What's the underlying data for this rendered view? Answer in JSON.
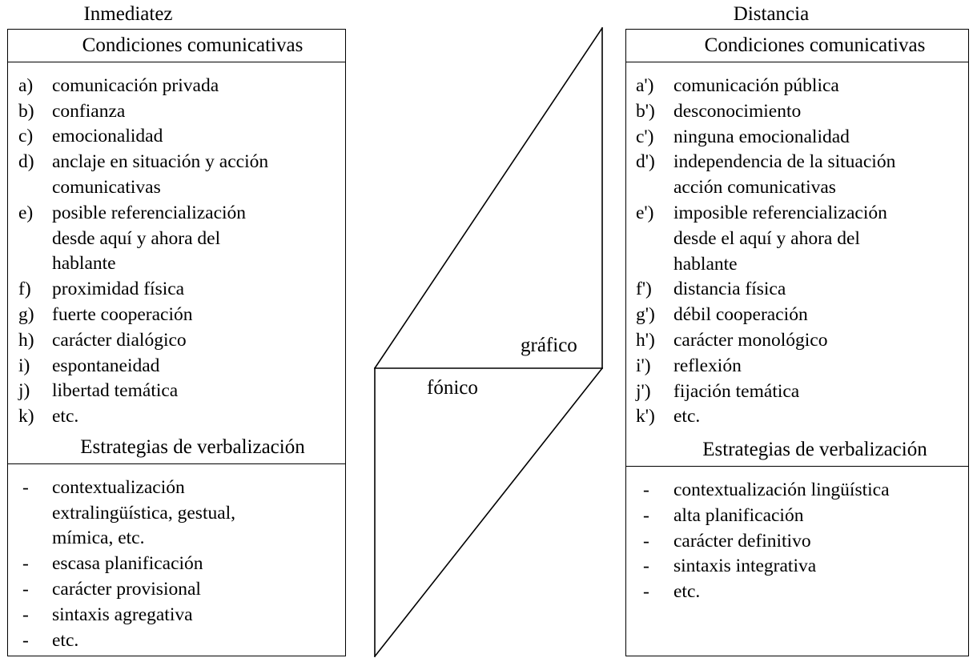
{
  "diagram": {
    "poles": {
      "immediacy": "Inmediatez",
      "distance": "Distancia"
    },
    "medium_labels": {
      "graphic": "gráfico",
      "phonic": "fónico"
    },
    "shape": {
      "name": "continuum-parallelogram",
      "stroke_color": "#000000"
    },
    "columns": {
      "left": {
        "sections": [
          {
            "header": "Condiciones comunicativas",
            "items": [
              {
                "marker": "a)",
                "text": "comunicación privada"
              },
              {
                "marker": "b)",
                "text": "confianza"
              },
              {
                "marker": "c)",
                "text": "emocionalidad"
              },
              {
                "marker": "d)",
                "text": "anclaje en situación y acción\ncomunicativas"
              },
              {
                "marker": "e)",
                "text": "posible referencialización\ndesde aquí y ahora del\nhablante"
              },
              {
                "marker": "f)",
                "text": "proximidad física"
              },
              {
                "marker": "g)",
                "text": "fuerte cooperación"
              },
              {
                "marker": "h)",
                "text": "carácter dialógico"
              },
              {
                "marker": "i)",
                "text": "espontaneidad"
              },
              {
                "marker": "j)",
                "text": "libertad temática"
              },
              {
                "marker": "k)",
                "text": "etc."
              }
            ]
          },
          {
            "header": "Estrategias de verbalización",
            "items": [
              {
                "marker": "-",
                "text": "contextualización\nextralingüística, gestual,\nmímica, etc."
              },
              {
                "marker": "-",
                "text": "escasa planificación"
              },
              {
                "marker": "-",
                "text": "carácter provisional"
              },
              {
                "marker": "-",
                "text": "sintaxis agregativa"
              },
              {
                "marker": "-",
                "text": "etc."
              }
            ]
          }
        ]
      },
      "right": {
        "sections": [
          {
            "header": "Condiciones comunicativas",
            "items": [
              {
                "marker": "a')",
                "text": "comunicación pública"
              },
              {
                "marker": "b')",
                "text": "desconocimiento"
              },
              {
                "marker": "c')",
                "text": "ninguna emocionalidad"
              },
              {
                "marker": "d')",
                "text": "independencia de la situación\nacción comunicativas"
              },
              {
                "marker": "e')",
                "text": "imposible referencialización\ndesde el aquí y ahora del\nhablante"
              },
              {
                "marker": "f')",
                "text": "distancia física"
              },
              {
                "marker": "g')",
                "text": "débil cooperación"
              },
              {
                "marker": "h')",
                "text": "carácter monológico"
              },
              {
                "marker": "i')",
                "text": "reflexión"
              },
              {
                "marker": "j')",
                "text": "fijación temática"
              },
              {
                "marker": "k')",
                "text": "etc."
              }
            ]
          },
          {
            "header": "Estrategias de verbalización",
            "items": [
              {
                "marker": "-",
                "text": "contextualización lingüística"
              },
              {
                "marker": "-",
                "text": "alta planificación"
              },
              {
                "marker": "-",
                "text": "carácter definitivo"
              },
              {
                "marker": "-",
                "text": "sintaxis integrativa"
              },
              {
                "marker": "-",
                "text": "etc."
              }
            ]
          }
        ]
      }
    }
  }
}
